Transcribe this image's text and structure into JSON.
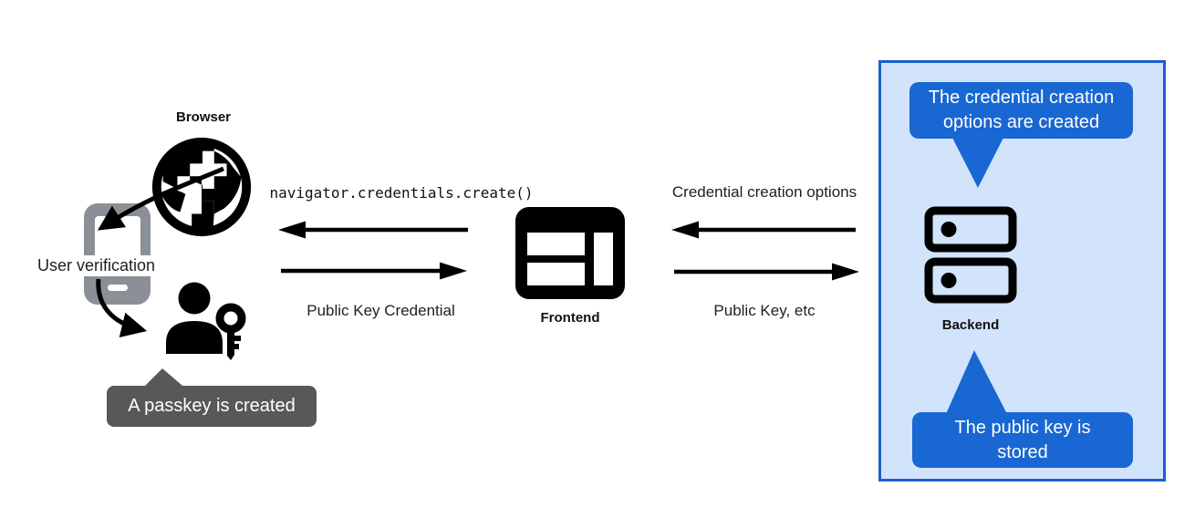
{
  "browser_section": {
    "label": "Browser",
    "user_verification_label": "User verification",
    "passkey_tooltip": "A passkey is created"
  },
  "frontend_section": {
    "label": "Frontend",
    "api_call": "navigator.credentials.create()",
    "public_key_credential_label": "Public Key Credential"
  },
  "backend_section": {
    "label": "Backend",
    "credential_creation_options_label": "Credential creation options",
    "public_key_etc_label": "Public Key, etc",
    "bubble_top_lines": [
      "The credential creation",
      "options are created"
    ],
    "bubble_bottom_lines": [
      "The public key is",
      "stored"
    ]
  },
  "icons": {
    "globe": "globe-icon",
    "phone": "phone-icon",
    "person_key": "person-key-icon",
    "browser_window": "browser-window-icon",
    "server": "server-stack-icon"
  },
  "colors": {
    "bubble_blue": "#1967d2",
    "panel_background": "#d2e3fc",
    "panel_border": "#1a5fd0",
    "tooltip_gray": "#58585a",
    "phone_gray": "#8a9096",
    "icon_black": "#000000",
    "text_dark": "#202124",
    "bubble_text_white": "#ffffff"
  }
}
